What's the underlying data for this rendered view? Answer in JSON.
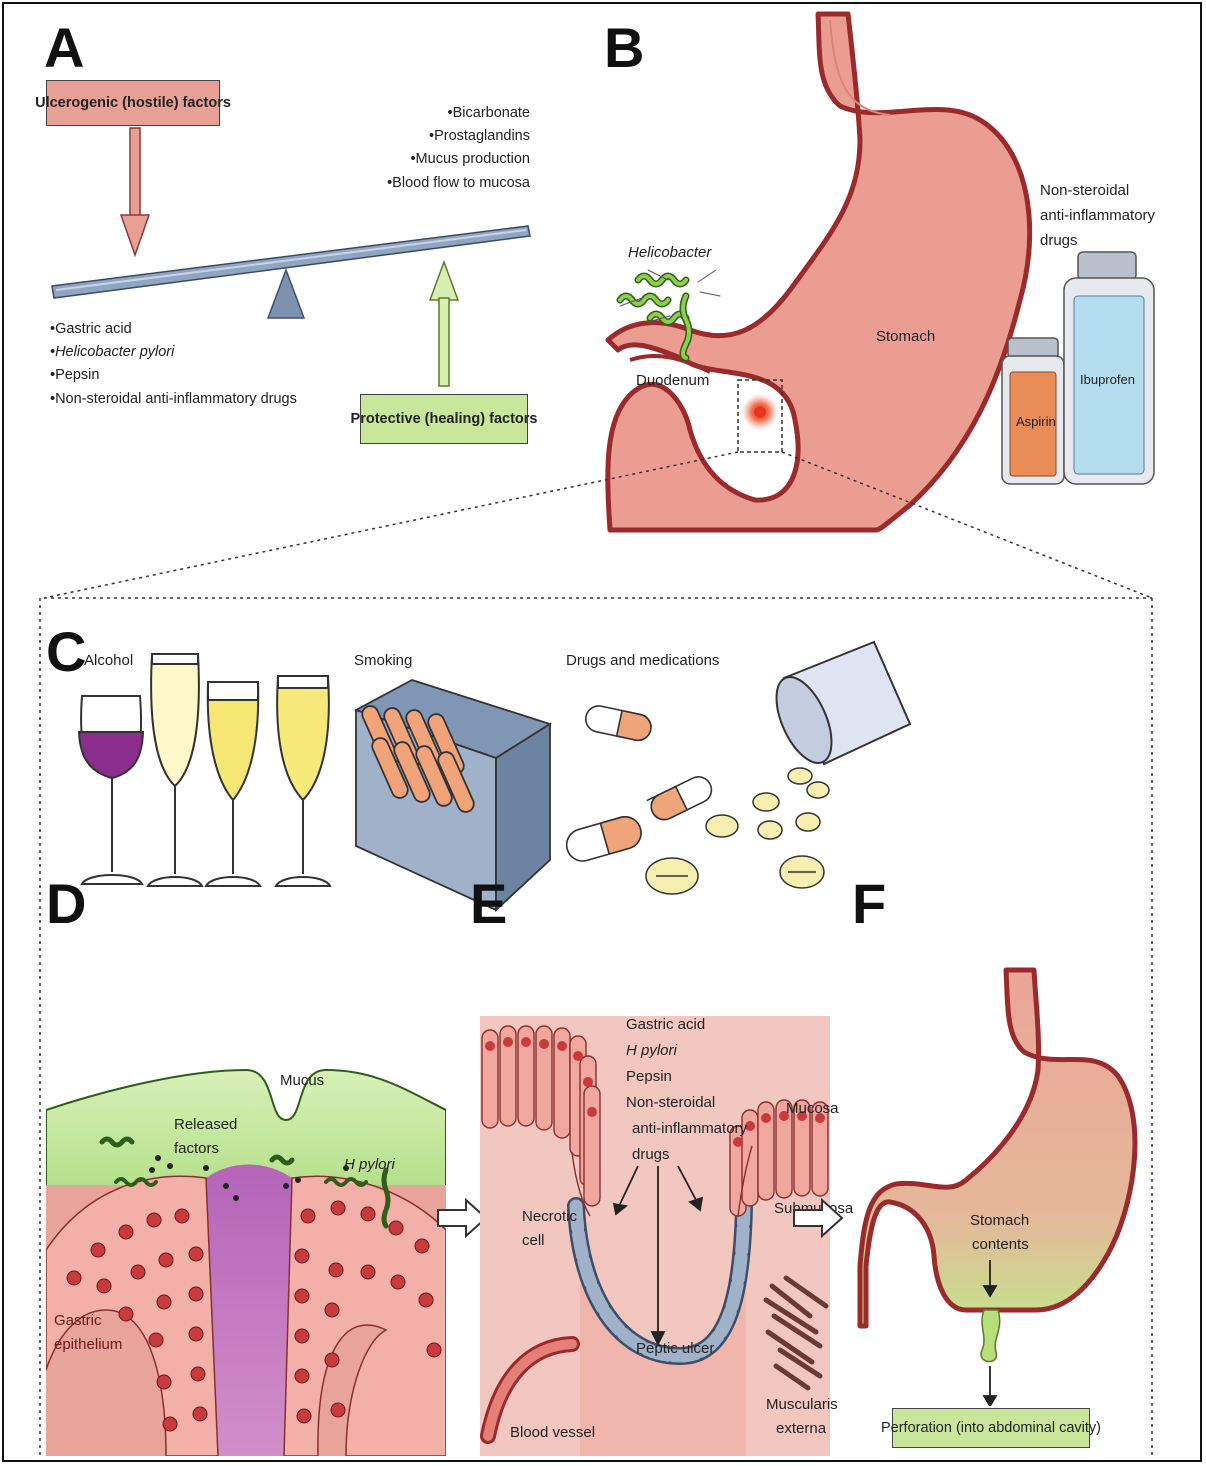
{
  "panels": {
    "a": {
      "letter": "A",
      "hostile_box": "Ulcerogenic (hostile) factors",
      "protective_box": "Protective (healing) factors",
      "protective_list": [
        "Bicarbonate",
        "Prostaglandins",
        "Mucus production",
        "Blood flow to mucosa"
      ],
      "hostile_list": [
        "Gastric acid",
        "Helicobacter pylori",
        "Pepsin",
        "Non-steroidal anti-inflammatory drugs"
      ]
    },
    "b": {
      "letter": "B",
      "helicobacter": "Helicobacter",
      "duodenum": "Duodenum",
      "stomach": "Stomach",
      "nsaid_line1": "Non-steroidal",
      "nsaid_line2": "anti-inflammatory",
      "nsaid_line3": "drugs",
      "aspirin": "Aspirin",
      "ibuprofen": "Ibuprofen"
    },
    "c": {
      "letter": "C",
      "alcohol": "Alcohol",
      "smoking": "Smoking",
      "drugs": "Drugs and medications"
    },
    "d": {
      "letter": "D",
      "mucus": "Mucus",
      "released_1": "Released",
      "released_2": "factors",
      "hpylori": "H pylori",
      "gastric_1": "Gastric",
      "gastric_2": "epithelium"
    },
    "e": {
      "letter": "E",
      "list": [
        "Gastric acid",
        "H pylori",
        "Pepsin",
        "Non-steroidal"
      ],
      "list_cont_1": "anti-inflammatory",
      "list_cont_2": "drugs",
      "mucosa": "Mucosa",
      "submucosa": "Submucosa",
      "necrotic_1": "Necrotic",
      "necrotic_2": "cell",
      "peptic_ulcer": "Peptic ulcer",
      "blood_vessel": "Blood vessel",
      "muscularis_1": "Muscularis",
      "muscularis_2": "externa"
    },
    "f": {
      "letter": "F",
      "contents_1": "Stomach",
      "contents_2": "contents",
      "perforation": "Perforation (into abdominal cavity)"
    }
  },
  "colors": {
    "tissue": "#e8a39a",
    "tissue_dark": "#9b2a2c",
    "hostile_box": "#e89f95",
    "protective_box": "#c9e79a",
    "mucus": "#bfe69a",
    "beam": "#7f96b4"
  }
}
